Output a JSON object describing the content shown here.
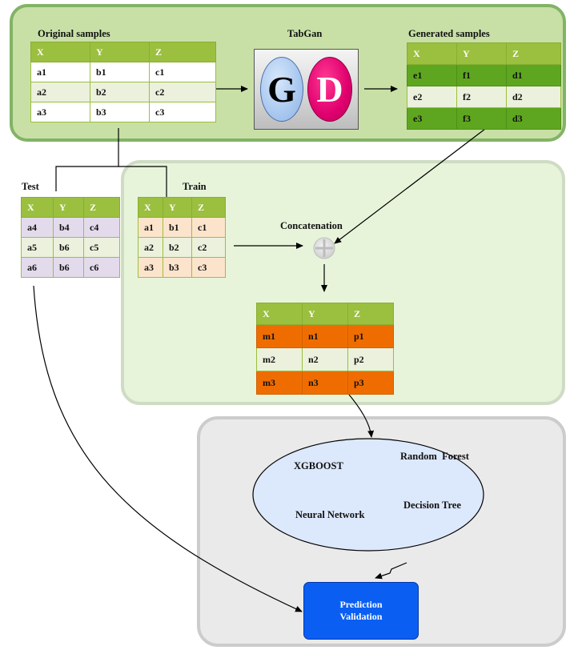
{
  "colors": {
    "top_panel_fill": "#c8e0a6",
    "top_panel_border": "#82b366",
    "train_panel_fill": "#e7f4da",
    "train_panel_border": "#cfdcc4",
    "model_panel_fill": "#eaeaea",
    "model_panel_border": "#cccccc",
    "table_header": "#9bbf3e",
    "generated_row_dark": "#5ea61f",
    "test_row": "#e3dbec",
    "train_row": "#fce4cc",
    "concat_row_dark": "#ef6d00",
    "prediction_box": "#0a5ff2",
    "discriminator": "#e0006e",
    "generator": "#a9c8ef"
  },
  "original": {
    "title": "Original samples",
    "headers": [
      "X",
      "Y",
      "Z"
    ],
    "rows": [
      [
        "a1",
        "b1",
        "c1"
      ],
      [
        "a2",
        "b2",
        "c2"
      ],
      [
        "a3",
        "b3",
        "c3"
      ]
    ]
  },
  "tabgan": {
    "title": "TabGan",
    "generator_letter": "G",
    "discriminator_letter": "D",
    "generator_icon": "generator-oval-icon",
    "discriminator_icon": "discriminator-oval-icon"
  },
  "generated": {
    "title": "Generated samples",
    "headers": [
      "X",
      "Y",
      "Z"
    ],
    "rows": [
      [
        "e1",
        "f1",
        "d1"
      ],
      [
        "e2",
        "f2",
        "d2"
      ],
      [
        "e3",
        "f3",
        "d3"
      ]
    ]
  },
  "test": {
    "title": "Test",
    "headers": [
      "X",
      "Y",
      "Z"
    ],
    "rows": [
      [
        "a4",
        "b4",
        "c4"
      ],
      [
        "a5",
        "b6",
        "c5"
      ],
      [
        "a6",
        "b6",
        "c6"
      ]
    ]
  },
  "train": {
    "title": "Train",
    "headers": [
      "X",
      "Y",
      "Z"
    ],
    "rows": [
      [
        "a1",
        "b1",
        "c1"
      ],
      [
        "a2",
        "b2",
        "c2"
      ],
      [
        "a3",
        "b3",
        "c3"
      ]
    ]
  },
  "concatenation": {
    "label": "Concatenation",
    "icon": "concat-plus-circle-icon"
  },
  "concatenated": {
    "headers": [
      "X",
      "Y",
      "Z"
    ],
    "rows": [
      [
        "m1",
        "n1",
        "p1"
      ],
      [
        "m2",
        "n2",
        "p2"
      ],
      [
        "m3",
        "n3",
        "p3"
      ]
    ]
  },
  "models": {
    "xgboost": "XGBOOST",
    "random_forest": "Random  Forest",
    "neural_network": "Neural Network",
    "decision_tree": "Decision Tree"
  },
  "prediction": {
    "line1": "Prediction",
    "line2": "Validation"
  }
}
